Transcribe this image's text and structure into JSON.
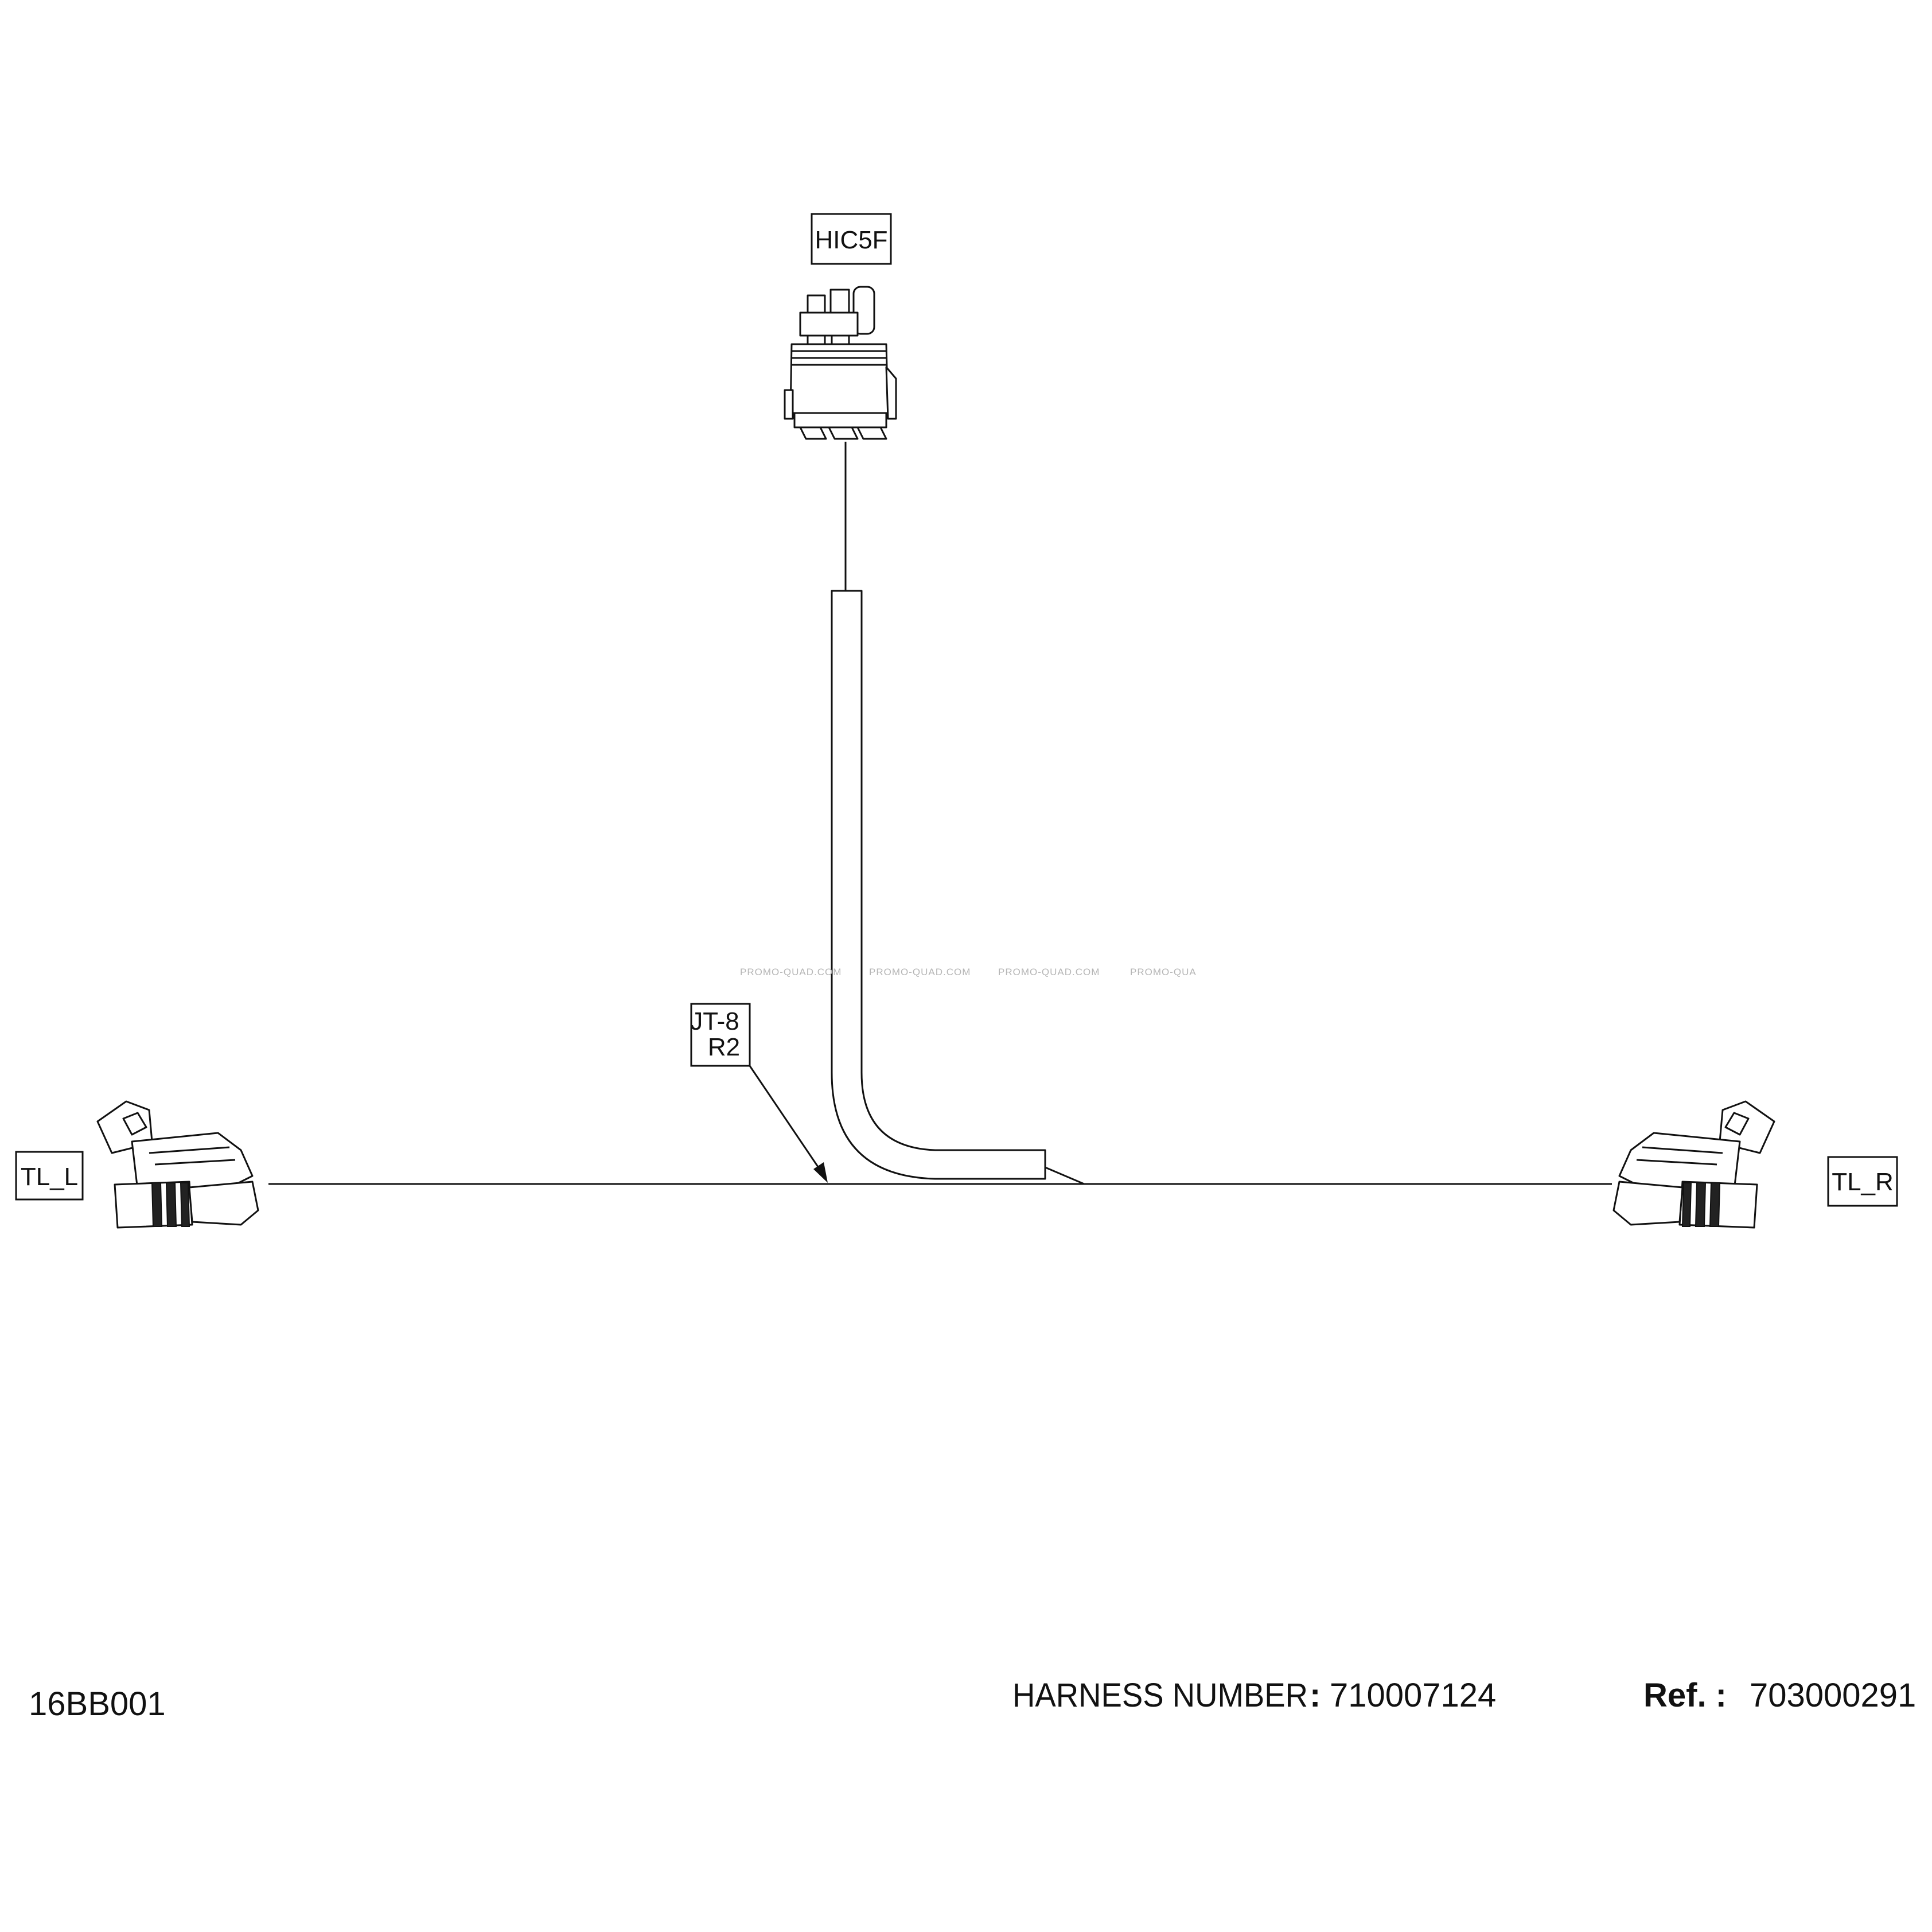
{
  "connectors": {
    "top": "HIC5F",
    "left": "TL_L",
    "right": "TL_R"
  },
  "junction": {
    "line1": "JT-8",
    "line2": "R2"
  },
  "watermark": [
    "PROMO-QUAD.COM",
    "PROMO-QUAD.COM",
    "PROMO-QUAD.COM",
    "PROMO-QUA"
  ],
  "footer": {
    "drawing_code": "16BB001",
    "harness_label": "HARNESS NUMBER",
    "harness_value": "710007124",
    "ref_label": "Ref. :",
    "ref_value": "703000291"
  }
}
